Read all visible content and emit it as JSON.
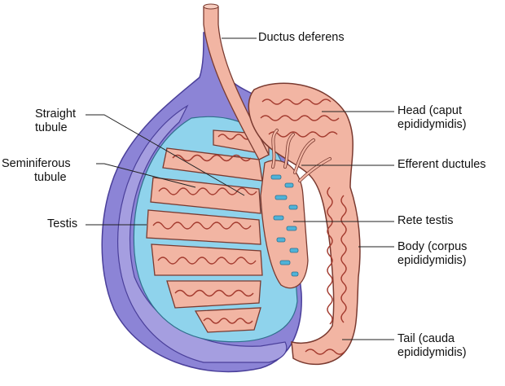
{
  "labels": {
    "ductus_deferens": "Ductus deferens",
    "head_line1": "Head (caput",
    "head_line2": "epididymidis)",
    "efferent_ductules": "Efferent ductules",
    "rete_testis": "Rete testis",
    "body_line1": "Body (corpus",
    "body_line2": "epididymidis)",
    "tail_line1": "Tail (cauda",
    "tail_line2": "epididymidis)",
    "straight_line1": "Straight",
    "straight_line2": "tubule",
    "seminiferous_line1": "Seminiferous",
    "seminiferous_line2": "tubule",
    "testis": "Testis"
  },
  "colors": {
    "tunica": "#8c84d6",
    "tunica_dark": "#4a3f9a",
    "lumen": "#8fd3ec",
    "tubule": "#f2b5a3",
    "tubule_stroke": "#7a3a30",
    "rete": "#4fb3d9"
  }
}
